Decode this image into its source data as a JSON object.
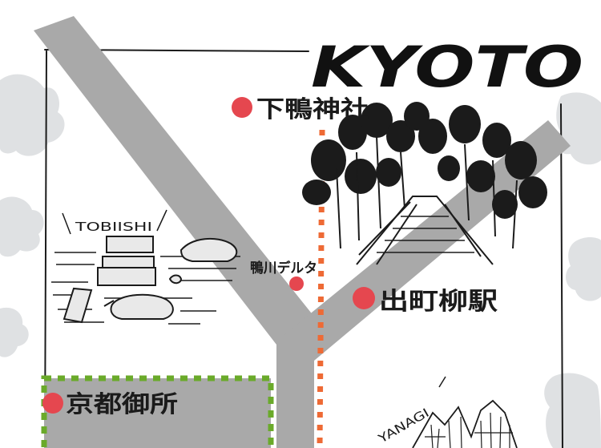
{
  "map": {
    "title": "KYOTO",
    "poi": [
      {
        "id": "shimogamo",
        "label": "下鴨神社"
      },
      {
        "id": "delta",
        "label": "鴨川デルタ"
      },
      {
        "id": "demachi",
        "label": "出町柳駅"
      },
      {
        "id": "gosho",
        "label": "京都御所"
      }
    ],
    "illustrations": {
      "tobiishi_caption": "TOBIISHI",
      "yanagi_caption": "YANAGI"
    },
    "colors": {
      "river": "#a9a9a9",
      "haze": "#dfe1e3",
      "marker": "#e5474f",
      "rail": "#ee6a35",
      "park_outline": "#6aaa2a",
      "ink": "#1b1b1b"
    }
  }
}
